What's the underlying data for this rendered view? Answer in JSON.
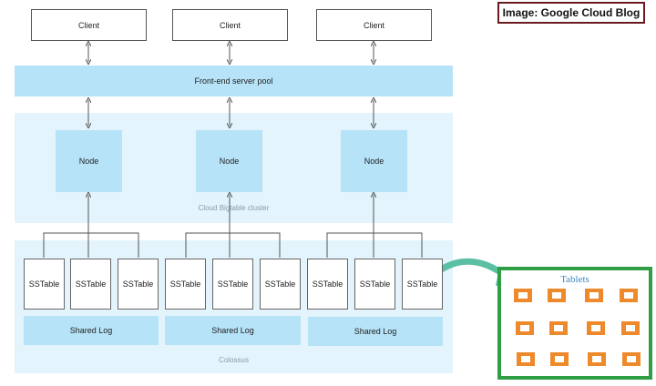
{
  "credit": {
    "text": "Image: Google Cloud Blog"
  },
  "clients": [
    "Client",
    "Client",
    "Client"
  ],
  "frontend": {
    "label": "Front-end server pool"
  },
  "cluster": {
    "caption": "Cloud Bigtable cluster",
    "nodes": [
      "Node",
      "Node",
      "Node"
    ]
  },
  "colossus": {
    "caption": "Colossus",
    "groups": [
      {
        "sstables": [
          "SSTable",
          "SSTable",
          "SSTable"
        ],
        "log": "Shared Log"
      },
      {
        "sstables": [
          "SSTable",
          "SSTable",
          "SSTable"
        ],
        "log": "Shared Log"
      },
      {
        "sstables": [
          "SSTable",
          "SSTable",
          "SSTable"
        ],
        "log": "Shared Log"
      }
    ]
  },
  "tablets": {
    "title": "Tablets",
    "count": 12
  },
  "colors": {
    "band": "#e3f4fd",
    "component": "#b6e3f8",
    "tablet": "#ee8a2b",
    "tablets_border": "#2f9e44",
    "credit_border": "#6b1a1f",
    "curved_arrow": "#5bbfa3"
  }
}
